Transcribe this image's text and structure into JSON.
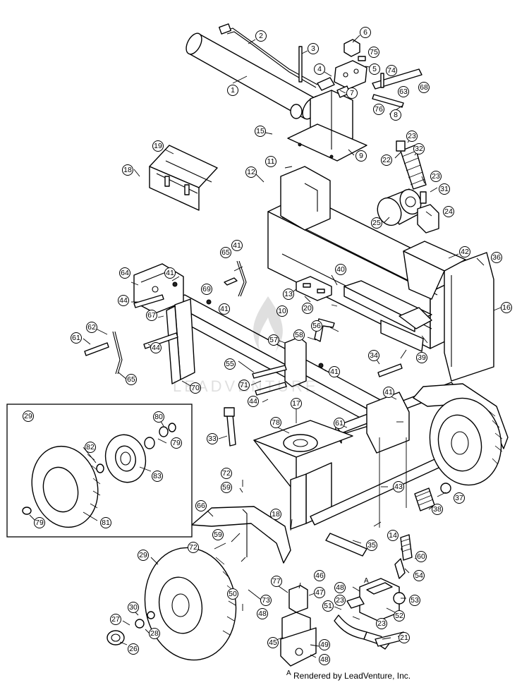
{
  "credit": "Rendered by LeadVenture, Inc.",
  "watermark_text": "LEADVENTURE",
  "view_marker": "A",
  "callouts": [
    {
      "id": "c1",
      "n": "1"
    },
    {
      "id": "c2",
      "n": "2"
    },
    {
      "id": "c3",
      "n": "3"
    },
    {
      "id": "c4",
      "n": "4"
    },
    {
      "id": "c5",
      "n": "5"
    },
    {
      "id": "c6",
      "n": "6"
    },
    {
      "id": "c7",
      "n": "7"
    },
    {
      "id": "c8",
      "n": "8"
    },
    {
      "id": "c9",
      "n": "9"
    },
    {
      "id": "c10",
      "n": "10"
    },
    {
      "id": "c11",
      "n": "11"
    },
    {
      "id": "c12",
      "n": "12"
    },
    {
      "id": "c13",
      "n": "13"
    },
    {
      "id": "c14",
      "n": "14"
    },
    {
      "id": "c15",
      "n": "15"
    },
    {
      "id": "c16",
      "n": "16"
    },
    {
      "id": "c17",
      "n": "17"
    },
    {
      "id": "c18a",
      "n": "18"
    },
    {
      "id": "c18b",
      "n": "18"
    },
    {
      "id": "c19",
      "n": "19"
    },
    {
      "id": "c20",
      "n": "20"
    },
    {
      "id": "c21",
      "n": "21"
    },
    {
      "id": "c22",
      "n": "22"
    },
    {
      "id": "c23a",
      "n": "23"
    },
    {
      "id": "c23b",
      "n": "23"
    },
    {
      "id": "c23c",
      "n": "23"
    },
    {
      "id": "c23d",
      "n": "23"
    },
    {
      "id": "c24",
      "n": "24"
    },
    {
      "id": "c25",
      "n": "25"
    },
    {
      "id": "c26",
      "n": "26"
    },
    {
      "id": "c27",
      "n": "27"
    },
    {
      "id": "c28",
      "n": "28"
    },
    {
      "id": "c29a",
      "n": "29"
    },
    {
      "id": "c29b",
      "n": "29"
    },
    {
      "id": "c30",
      "n": "30"
    },
    {
      "id": "c31",
      "n": "31"
    },
    {
      "id": "c32",
      "n": "32"
    },
    {
      "id": "c33",
      "n": "33"
    },
    {
      "id": "c34",
      "n": "34"
    },
    {
      "id": "c35",
      "n": "35"
    },
    {
      "id": "c36",
      "n": "36"
    },
    {
      "id": "c37",
      "n": "37"
    },
    {
      "id": "c38",
      "n": "38"
    },
    {
      "id": "c39",
      "n": "39"
    },
    {
      "id": "c40",
      "n": "40"
    },
    {
      "id": "c41a",
      "n": "41"
    },
    {
      "id": "c41b",
      "n": "41"
    },
    {
      "id": "c41c",
      "n": "41"
    },
    {
      "id": "c41d",
      "n": "41"
    },
    {
      "id": "c41e",
      "n": "41"
    },
    {
      "id": "c42",
      "n": "42"
    },
    {
      "id": "c43",
      "n": "43"
    },
    {
      "id": "c44a",
      "n": "44"
    },
    {
      "id": "c44b",
      "n": "44"
    },
    {
      "id": "c44c",
      "n": "44"
    },
    {
      "id": "c45",
      "n": "45"
    },
    {
      "id": "c46",
      "n": "46"
    },
    {
      "id": "c47",
      "n": "47"
    },
    {
      "id": "c48a",
      "n": "48"
    },
    {
      "id": "c48b",
      "n": "48"
    },
    {
      "id": "c48c",
      "n": "48"
    },
    {
      "id": "c49",
      "n": "49"
    },
    {
      "id": "c50",
      "n": "50"
    },
    {
      "id": "c51",
      "n": "51"
    },
    {
      "id": "c52",
      "n": "52"
    },
    {
      "id": "c53",
      "n": "53"
    },
    {
      "id": "c54",
      "n": "54"
    },
    {
      "id": "c55",
      "n": "55"
    },
    {
      "id": "c56",
      "n": "56"
    },
    {
      "id": "c57",
      "n": "57"
    },
    {
      "id": "c58",
      "n": "58"
    },
    {
      "id": "c59a",
      "n": "59"
    },
    {
      "id": "c59b",
      "n": "59"
    },
    {
      "id": "c60",
      "n": "60"
    },
    {
      "id": "c61a",
      "n": "61"
    },
    {
      "id": "c61b",
      "n": "61"
    },
    {
      "id": "c62",
      "n": "62"
    },
    {
      "id": "c63",
      "n": "63"
    },
    {
      "id": "c64",
      "n": "64"
    },
    {
      "id": "c65a",
      "n": "65"
    },
    {
      "id": "c65b",
      "n": "65"
    },
    {
      "id": "c66",
      "n": "66"
    },
    {
      "id": "c67",
      "n": "67"
    },
    {
      "id": "c68",
      "n": "68"
    },
    {
      "id": "c69",
      "n": "69"
    },
    {
      "id": "c70",
      "n": "70"
    },
    {
      "id": "c71",
      "n": "71"
    },
    {
      "id": "c72a",
      "n": "72"
    },
    {
      "id": "c72b",
      "n": "72"
    },
    {
      "id": "c73",
      "n": "73"
    },
    {
      "id": "c74",
      "n": "74"
    },
    {
      "id": "c75",
      "n": "75"
    },
    {
      "id": "c76",
      "n": "76"
    },
    {
      "id": "c77",
      "n": "77"
    },
    {
      "id": "c78",
      "n": "78"
    },
    {
      "id": "c79a",
      "n": "79"
    },
    {
      "id": "c79b",
      "n": "79"
    },
    {
      "id": "c80",
      "n": "80"
    },
    {
      "id": "c81",
      "n": "81"
    },
    {
      "id": "c82",
      "n": "82"
    },
    {
      "id": "c83",
      "n": "83"
    }
  ]
}
